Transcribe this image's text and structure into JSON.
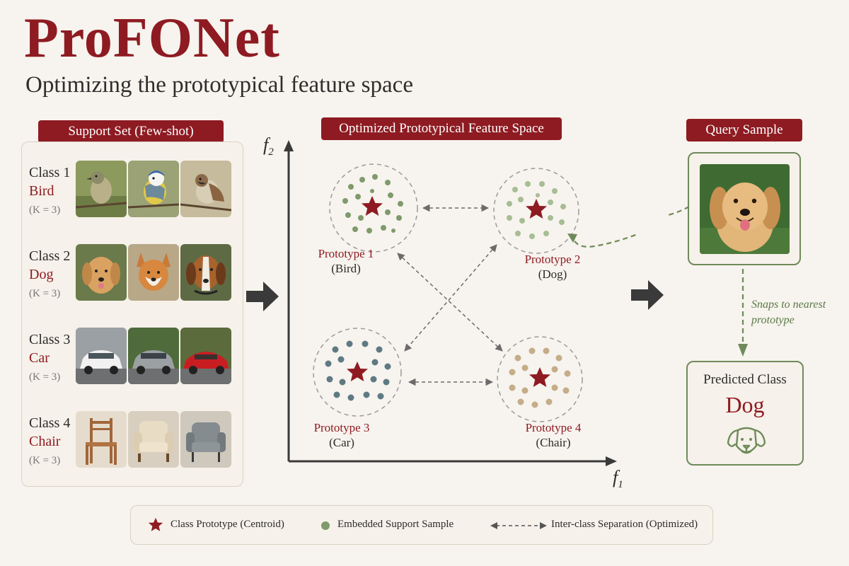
{
  "title": "ProFONet",
  "subtitle": "Optimizing the prototypical feature space",
  "support": {
    "header": "Support Set (Few-shot)",
    "classes": [
      {
        "name": "Class 1",
        "label": "Bird",
        "k": "(K = 3)"
      },
      {
        "name": "Class 2",
        "label": "Dog",
        "k": "(K = 3)"
      },
      {
        "name": "Class 3",
        "label": "Car",
        "k": "(K = 3)"
      },
      {
        "name": "Class 4",
        "label": "Chair",
        "k": "(K = 3)"
      }
    ]
  },
  "feature_space": {
    "header": "Optimized Prototypical Feature Space",
    "y_axis": "f",
    "y_axis_sub": "2",
    "x_axis": "f",
    "x_axis_sub": "1",
    "prototypes": [
      {
        "name": "Prototype 1",
        "cls": "(Bird)"
      },
      {
        "name": "Prototype 2",
        "cls": "(Dog)"
      },
      {
        "name": "Prototype 3",
        "cls": "(Car)"
      },
      {
        "name": "Prototype 4",
        "cls": "(Chair)"
      }
    ]
  },
  "query": {
    "header": "Query Sample",
    "snap_text": "Snaps to nearest prototype",
    "predicted_title": "Predicted Class",
    "predicted_value": "Dog"
  },
  "legend": {
    "prototype": "Class Prototype (Centroid)",
    "sample": "Embedded Support Sample",
    "separation": "Inter-class Separation (Optimized)"
  },
  "colors": {
    "brand": "#8e1b22",
    "bird_points": "#7f9a6b",
    "dog_points": "#9db58a",
    "car_points": "#5f7a82",
    "chair_points": "#c4ad88",
    "query_green": "#6f8a5a"
  }
}
